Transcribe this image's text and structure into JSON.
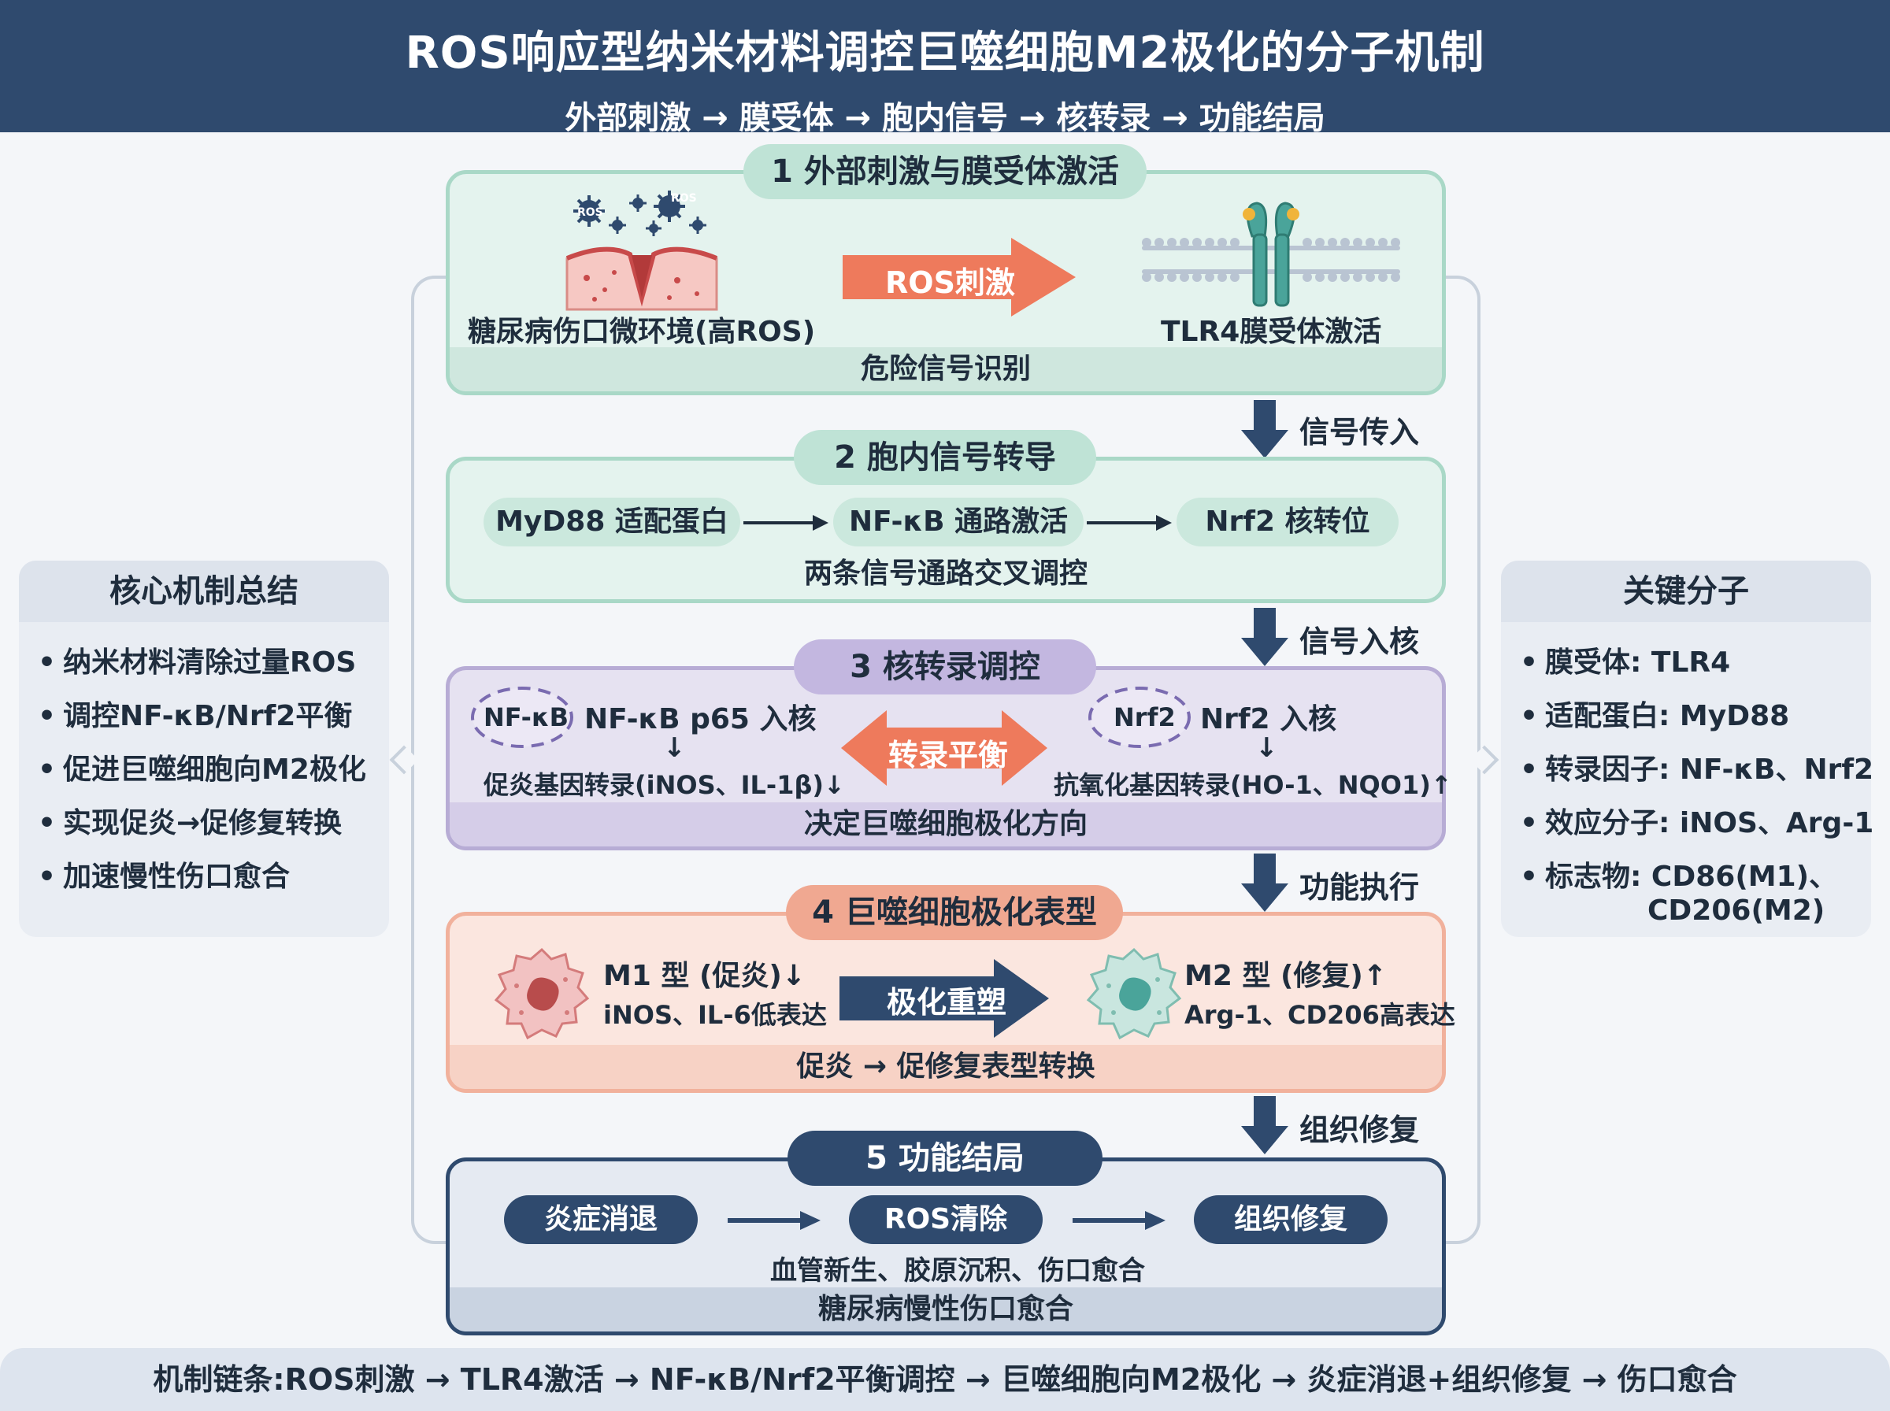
{
  "header": {
    "title": "ROS响应型纳米材料调控巨噬细胞M2极化的分子机制",
    "subtitle": "外部刺激 → 膜受体 → 胞内信号 → 核转录 → 功能结局"
  },
  "left_summary": {
    "title": "核心机制总结",
    "items": [
      "纳米材料清除过量ROS",
      "调控NF-κB/Nrf2平衡",
      "促进巨噬细胞向M2极化",
      "实现促炎→促修复转换",
      "加速慢性伤口愈合"
    ]
  },
  "right_summary": {
    "title": "关键分子",
    "items": [
      "膜受体: TLR4",
      "适配蛋白: MyD88",
      "转录因子: NF-κB、Nrf2",
      "效应分子: iNOS、Arg-1",
      "标志物: CD86(M1)、"
    ],
    "item5_cont": "CD206(M2)"
  },
  "stage1": {
    "title": "1  外部刺激与膜受体激活",
    "left_label": "糖尿病伤口微环境(高ROS)",
    "ros_badge": "ROS",
    "arrow_label": "ROS刺激",
    "right_label": "TLR4膜受体激活",
    "band": "危险信号识别"
  },
  "arrow1": "信号传入",
  "stage2": {
    "title": "2  胞内信号转导",
    "pills": [
      "MyD88 适配蛋白",
      "NF-κB 通路激活",
      "Nrf2 核转位"
    ],
    "band": "两条信号通路交叉调控"
  },
  "arrow2": "信号入核",
  "stage3": {
    "title": "3  核转录调控",
    "left_tag": "NF-κB",
    "left_head": "NF-κB p65 入核",
    "left_down": "↓",
    "left_result": "促炎基因转录(iNOS、IL-1β)↓",
    "center": "转录平衡",
    "right_tag": "Nrf2",
    "right_head": "Nrf2 入核",
    "right_down": "↓",
    "right_result": "抗氧化基因转录(HO-1、NQO1)↑",
    "band": "决定巨噬细胞极化方向"
  },
  "arrow3": "功能执行",
  "stage4": {
    "title": "4  巨噬细胞极化表型",
    "m1_head": "M1 型 (促炎)↓",
    "m1_sub": "iNOS、IL-6低表达",
    "center": "极化重塑",
    "m2_head": "M2 型 (修复)↑",
    "m2_sub": "Arg-1、CD206高表达",
    "band": "促炎 → 促修复表型转换"
  },
  "arrow4": "组织修复",
  "stage5": {
    "title": "5  功能结局",
    "pills": [
      "炎症消退",
      "ROS清除",
      "组织修复"
    ],
    "sub": "血管新生、胶原沉积、伤口愈合",
    "band": "糖尿病慢性伤口愈合"
  },
  "footer": "机制链条:ROS刺激 → TLR4激活 → NF-κB/Nrf2平衡调控 → 巨噬细胞向M2极化 → 炎症消退+组织修复 → 伤口愈合",
  "colors": {
    "navy": "#2f4a6e",
    "mint": "#e4f3ee",
    "lavender": "#e6e2f1",
    "salmon": "#fbe6df",
    "coral_arrow": "#ee7a5c"
  }
}
